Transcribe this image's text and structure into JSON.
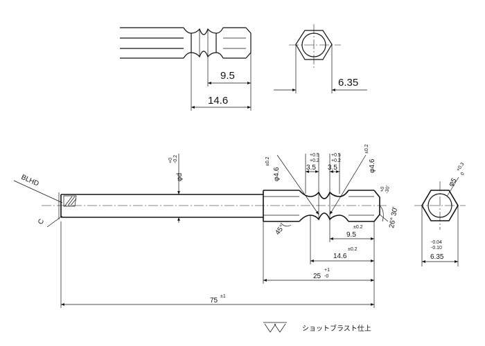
{
  "top_view": {
    "dim_9_5": "9.5",
    "dim_14_6": "14.6",
    "dim_6_35": "6.35"
  },
  "main_view": {
    "d_label": "φd",
    "d_tol_plus": "+0",
    "d_tol_minus": "-0.2",
    "bl_label": "BLHD",
    "c_label": "C",
    "dia46_left": "φ4.6",
    "dia46_left_tol": "±0.2",
    "dia46_right": "φ4.6",
    "dia46_right_tol": "±0.2",
    "w35_left": "3.5",
    "w35_left_tol_plus": "+0.5",
    "w35_left_tol_minus": "+0.2",
    "w35_right": "3.5",
    "w35_right_tol_plus": "+0.5",
    "w35_right_tol_minus": "+0.2",
    "angle_45": "45°",
    "angle_26": "26° 30'",
    "angle_26_tol_plus": "+0",
    "angle_26_tol_minus": "-30'",
    "dim_9_5": "9.5",
    "dim_9_5_tol": "±0.2",
    "dim_14_6": "14.6",
    "dim_14_6_tol": "±0.2",
    "dim_25": "25",
    "dim_25_tol_plus": "+1",
    "dim_25_tol_minus": "-0",
    "dim_75": "75",
    "dim_75_tol": "±1"
  },
  "end_view": {
    "dia_label": "φ5",
    "dia_tol_plus": "+0.3",
    "dia_tol_minus": "0",
    "hex_tol_plus": "-0.04",
    "hex_tol_minus": "-0.10",
    "hex_size": "6.35"
  },
  "note": {
    "finish_text": "ショットブラスト仕上"
  }
}
